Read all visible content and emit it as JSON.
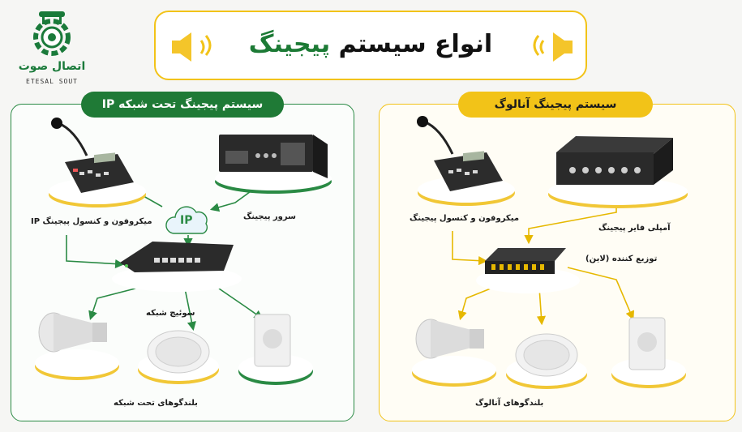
{
  "brand": {
    "name": "اتصال صوت",
    "latin": "ETESAL SOUT"
  },
  "title": {
    "part1": "انواع سیستم ",
    "part2": "پیجینگ"
  },
  "ip_panel": {
    "heading": "سیستم پیجینگ تحت شبکه IP",
    "mic_label": "میکروفون و کنسول پیجینگ IP",
    "server_label": "سرور پیجینگ",
    "cloud_text": "IP",
    "switch_label": "سوئیچ شبکه",
    "speakers_label": "بلندگوهای تحت شبکه"
  },
  "analog_panel": {
    "heading": "سیستم پیجینگ آنالوگ",
    "mic_label": "میکروفون و کنسول پیجینگ",
    "amp_label": "آمپلی فایر پیجینگ",
    "dist_label": "توزیع کننده (لاین)",
    "speakers_label": "بلندگوهای آنالوگ"
  },
  "colors": {
    "green": "#1f7a36",
    "yellow": "#f2c318"
  }
}
